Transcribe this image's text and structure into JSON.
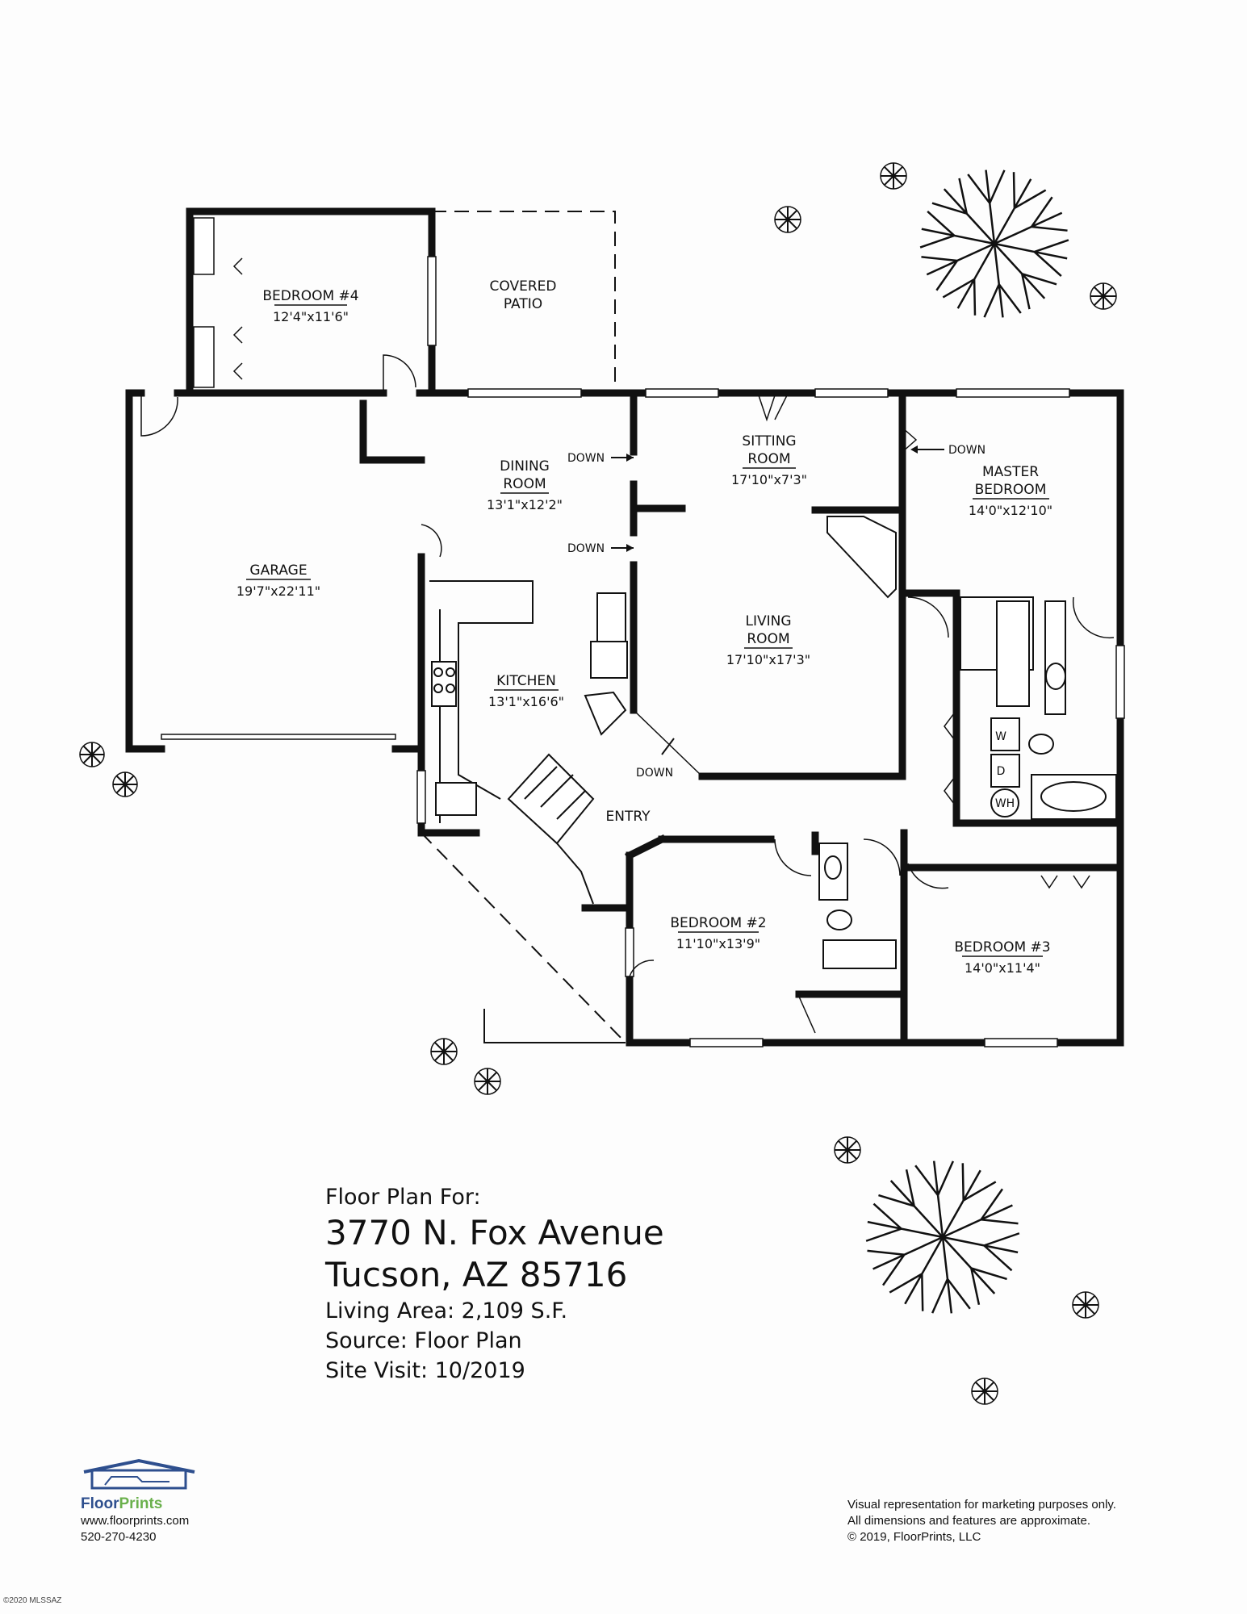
{
  "rooms": {
    "bedroom4": {
      "name": "BEDROOM #4",
      "dims": "12'4\"x11'6\""
    },
    "covered_patio": {
      "name_line1": "COVERED",
      "name_line2": "PATIO"
    },
    "garage": {
      "name": "GARAGE",
      "dims": "19'7\"x22'11\""
    },
    "dining_room": {
      "name_line1": "DINING",
      "name_line2": "ROOM",
      "dims": "13'1\"x12'2\""
    },
    "sitting_room": {
      "name_line1": "SITTING",
      "name_line2": "ROOM",
      "dims": "17'10\"x7'3\""
    },
    "living_room": {
      "name_line1": "LIVING",
      "name_line2": "ROOM",
      "dims": "17'10\"x17'3\""
    },
    "master_bedroom": {
      "name_line1": "MASTER",
      "name_line2": "BEDROOM",
      "dims": "14'0\"x12'10\""
    },
    "kitchen": {
      "name": "KITCHEN",
      "dims": "13'1\"x16'6\""
    },
    "entry": {
      "name": "ENTRY"
    },
    "bedroom2": {
      "name": "BEDROOM #2",
      "dims": "11'10\"x13'9\""
    },
    "bedroom3": {
      "name": "BEDROOM #3",
      "dims": "14'0\"x11'4\""
    }
  },
  "annotations": {
    "down": "DOWN",
    "washer": "W",
    "dryer": "D",
    "water_heater": "WH"
  },
  "info": {
    "heading": "Floor Plan For:",
    "address_line1": "3770 N. Fox Avenue",
    "address_line2": "Tucson, AZ  85716",
    "living_area": "Living Area:  2,109 S.F.",
    "source": "Source:  Floor Plan",
    "site_visit": "Site Visit:  10/2019"
  },
  "company": {
    "brand_part1": "Floor",
    "brand_part2": "Prints",
    "website": "www.floorprints.com",
    "phone": "520-270-4230",
    "logo_color": "#2e4f8e",
    "accent_color": "#6ab04c"
  },
  "disclaimer": {
    "line1": "Visual representation for marketing purposes only.",
    "line2": "All dimensions and features are approximate.",
    "line3": "© 2019, FloorPrints, LLC"
  },
  "watermark": "©2020 MLSSAZ"
}
